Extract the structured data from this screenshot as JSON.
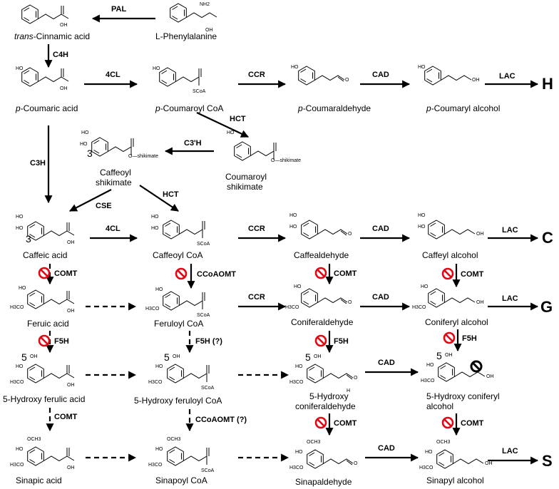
{
  "compounds": {
    "cinnamic_prefix": "trans",
    "cinnamic_rest": "-Cinnamic acid",
    "phenylalanine": "L-Phenylalanine",
    "p_coumaric_prefix": "p",
    "p_coumaric_rest": "-Coumaric acid",
    "p_coumaroyl_prefix": "p",
    "p_coumaroyl_rest": "-Coumaroyl CoA",
    "p_coumaraldehyde_prefix": "p",
    "p_coumaraldehyde_rest": "-Coumaraldehyde",
    "p_coumaryl_prefix": "p",
    "p_coumaryl_rest": "-Coumaryl alcohol",
    "caffeoyl_shikimate_1": "Caffeoyl",
    "caffeoyl_shikimate_2": "shikimate",
    "coumaroyl_shikimate_1": "Coumaroyl",
    "coumaroyl_shikimate_2": "shikimate",
    "caffeic": "Caffeic acid",
    "caffeoyl_coa": "Caffeoyl CoA",
    "caffealdehyde": "Caffealdehyde",
    "caffeyl": "Caffeyl alcohol",
    "ferulic": "Feruic acid",
    "feruloyl": "Feruloyl CoA",
    "coniferaldehyde": "Coniferaldehyde",
    "coniferyl": "Coniferyl alcohol",
    "hydroxyferulic": "5-Hydroxy ferulic acid",
    "hydroxyferuloyl": "5-Hydroxy feruloyl CoA",
    "hydroxyconiferald_1": "5-Hydroxy",
    "hydroxyconiferald_2": "coniferaldehyde",
    "hydroxyconiferyl_1": "5-Hydroxy coniferyl",
    "hydroxyconiferyl_2": "alcohol",
    "sinapic": "Sinapic acid",
    "sinapoyl": "Sinapoyl CoA",
    "sinapaldehyde": "Sinapaldehyde",
    "sinapyl": "Sinapyl alcohol"
  },
  "enzymes": {
    "pal": "PAL",
    "c4h": "C4H",
    "c4l": "4CL",
    "ccr": "CCR",
    "cad": "CAD",
    "lac": "LAC",
    "hct": "HCT",
    "c3h": "C3H",
    "c3ph": "C3'H",
    "cse": "CSE",
    "comt": "COMT",
    "ccoaomt": "CCoAOMT",
    "f5h": "F5H",
    "f5h_q": "F5H (?)",
    "ccoaomt_q": "CCoAOMT (?)"
  },
  "units": {
    "h": "H",
    "c": "C",
    "g": "G",
    "s": "S"
  },
  "atoms": {
    "ho": "HO",
    "oh": "OH",
    "o": "O",
    "h3co": "H3CO",
    "och3": "OCH3",
    "scoa": "SCoA",
    "nh2": "NH2",
    "o_shikimate": "O—shikimate",
    "h": "H"
  },
  "position_numbers": {
    "three": "3",
    "five": "5"
  },
  "colors": {
    "no_sign": "#e30613",
    "black_no_sign": "#000000"
  }
}
